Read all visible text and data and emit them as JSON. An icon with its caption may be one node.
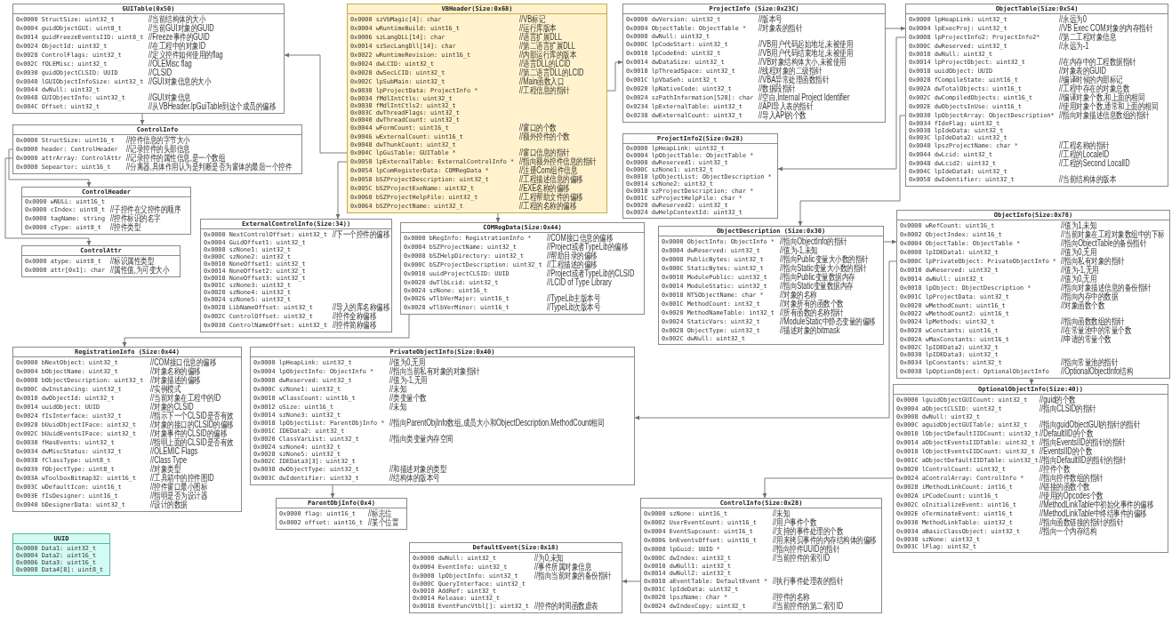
{
  "diagram": {
    "nodes": [
      {
        "text": [
          "ProjectInfo (Size:0x23C)",
          "0x0000 dwVersion: uint32_t",
          "//版本号",
          "0x0004 ObjectTable: ObjectTable *",
          "//对象表的指针",
          "0x0008 dwNull: uint32_t",
          "0x000C lpCodeStart: uint32_t",
          "//VB用户代码起始地址,未被使用",
          "0x0010 lpCodeEnd: uint32_t",
          "//VB用户代码结束地址,未被使用",
          "0x0014 dwDataSize: uint32_t",
          "//VB对象结构体大小,未被使用",
          "0x0018 lpThreadSpace: uint32_t",
          "//线程对象的二级指针",
          "0x001C lpVbaSeh: uint32_t",
          "//VBA异常处理函数指针",
          "0x0020 lpNativeCode: uint32_t",
          "//数据段指针",
          "0x0024 szPathInformation[528]: char",
          "//空白,Internal Project Identifier",
          "0x0234 lpExternalTable: uint32_t",
          "//API导入表的指针",
          "0x0238 dwExternalCount: uint32_t",
          "//导入API的个数"
        ]
      },
      {
        "text": [
          "ObjectTable(Size:0x54)",
          "0x0000 lpHeapLink: uint32_t",
          "//永远为0",
          "0x0004 lpExecProj: uint32_t",
          "//VB Exec COM对象的内存指针",
          "0x0008 lpProjectInfo2: ProjectInfo2*",
          "//第二工程对象信息",
          "0x000C dwReserved: uint32_t",
          "//永远为-1",
          "0x0010 dwNull: uint32_t",
          "0x0014 lpProjectObject: uint32_t",
          "//在内存中的工程数据指针",
          "0x0018 uuidObject: UUID",
          "//对象表的GUID",
          "0x0028 fCompileState: uint16_t",
          "//编译时候的内部标记",
          "0x002A dwTotalObjects: uint16_t",
          "//工程中存在的对象总数",
          "0x002C dwCompiledObjects: uint16_t",
          "//编译对象个数,和上面的相同",
          "0x002E dwObjectsInUse: uint16_t",
          "//使用对象个数,通常和上面的相同",
          "0x0030 lpObjectArray: ObjectDescription*",
          "//指向对象描述信息数组的指针",
          "0x0034 fIdeFlag: uint32_t",
          "0x0038 lpIdeData: uint32_t",
          "0x003C lpIdeData2: uint32_t",
          "0x0040 lpszProjectName: char *",
          "//工程名称的指针",
          "0x0044 dwLcid: uint32_t",
          "//工程的LocaleID",
          "0x0048 dwLcid2: uint32_t",
          "//工程的Second LocalID",
          "0x004C lpIdeData3: uint32_t",
          "0x0050 dwIdentifier: uint32_t",
          "//当前结构体的版本"
        ]
      },
      {
        "text": [
          "GUITable(0x50)",
          "0x0000 StructSize: uint32_t",
          "//当前结构体的大小",
          "0x0004 guidObjectGUI: uint8_t",
          "//当前GUI对象的GUID",
          "0x0014 guidFreezeEventsIID: uint8_t",
          "//Freeze事件的GUID",
          "0x0024 ObjectId: uint32_t",
          "//在工程中的对象ID",
          "0x0028 ControlFlags: uint32_t",
          "//定义控件如何使用的flag",
          "0x002C fOLEMisc: uint32_t",
          "//OLEMisc flag",
          "0x0030 guidObjectCLSID: UUID",
          "//CLSID",
          "0x0040 lGUIObjectInfoSize: uint32_t",
          "//GUI对象信息的大小",
          "0x0044 dwNull: uint32_t",
          "0x0048 GUIObjectInfo: uint32_t",
          "//GUI对象信息",
          "0x004C Offset: uint32_t",
          "//从VBHeader.lpGuiTable到这个成员的偏移"
        ]
      },
      {
        "text": [
          "VBHeader(Size:0x68)",
          "0x0000 szVbMagic[4]: char",
          "//VB标记",
          "0x0004 wRuntimeBuild: uint16_t",
          "//运行库版本",
          "0x0006 szLangDLL[14]: char",
          "//语言扩展DLL",
          "0x0014 szSecLangDll[14]: char",
          "//第二语言扩展DLL",
          "0x0022 wRuntimeRevision: uint16_t",
          "//内部运行库的版本",
          "0x0024 dwLCID: uint32_t",
          "//语言DLL的LCID",
          "0x0028 dwSecLCID: uint32_t",
          "//第二语言DLL的LCID",
          "0x002C lpSubMain: uint32_t",
          "//Main函数入口",
          "0x0030 lpProjectData: ProjectInfo *",
          "//工程信息的指针",
          "0x0034 fMdlIntCtls: uint32_t",
          "0x0038 fMdlIntCtls2: uint32_t",
          "0x003C dwThreadFlags: uint32_t",
          "0x0040 dwThreadCount: uint32_t",
          "0x0044 wFormCount: uint16_t",
          "//窗口的个数",
          "0x0046 wExternalCount: uint16_t",
          "//额外控件的个数",
          "0x0048 dwThunkCount: uint32_t",
          "0x004C lpGuiTable: GUITable *",
          "//窗口信息的指针",
          "0x0050 lpExternalTable: ExternalControlInfo *",
          "//指向额外控件信息的指针",
          "0x0054 lpComRegisterData: COMRegData *",
          "//注册Com组件信息",
          "0x0058 bSZProjectDescription: uint32_t",
          "//工程描述信息的偏移",
          "0x005C bSZProjectExeName: uint32_t",
          "//EXE名称的偏移",
          "0x0060 bSZProjectHelpFile: uint32_t",
          "//工程帮助文件的偏移",
          "0x0064 bSZProjectName: uint32_t",
          "//工程的名称的偏移"
        ]
      },
      {
        "text": [
          "ProjectInfo2(Size:0x28)",
          "0x0000 lpHeapLink: uint32_t",
          "0x0004 lpObjectTable: ObjectTable *",
          "0x0008 dwReserved1: uint32_t",
          "0x000C szNone1: uint32_t",
          "0x0010 lpObjectList: ObjectDescription *",
          "0x0014 szNone2: uint32_t",
          "0x0018 szProjectDescription: char *",
          "0x001C szProjectHelpFile: char *",
          "0x0020 dwReserved2: uint32_t",
          "0x0024 dwHelpContextId: uint32_t"
        ]
      },
      {
        "text": [
          "ObjectDescription (Size:0x30)",
          "0x0000 ObjectInfo: ObjectInfo *",
          "//指向ObjectInfo的指针",
          "0x0004 dwReserved: uint32_t",
          "//值为-1,未知",
          "0x0008 PublicBytes: uint32_t",
          "//指向Public变量大小数的指针",
          "0x000C StaticBytes: uint32_t",
          "//指向Static变量大小数的指针",
          "0x0010 ModulePublic: uint32_t",
          "//指向Public变量数据内存",
          "0x0014 ModuleStatic: uint32_t",
          "//指向Static变量数据内存",
          "0x0018 NTSObjectName: char *",
          "//对象的名称",
          "0x001C MethodCount: int32_t",
          "//对象所有的函数个数",
          "0x0020 MethodNameTable: int32_t",
          "//所有函数的名称指针",
          "0x0024 StaticVars: uint32_t",
          "//ModuleStatic中静态变量的偏移",
          "0x0028 ObjectType: uint32_t",
          "//描述对象的bitmask",
          "0x002C dwNull: uint32_t"
        ]
      },
      {
        "text": [
          "ControlInfo",
          "0x0000 StructSize: uint16_t",
          "//控件信息的字节大小",
          "0x0000 header: ControlHeader",
          "//记录控件的头部信息",
          "0x0000 attrArray: ControlAttr",
          "//记录控件的属性信息,是一个数组",
          "0x0000 Sepeartor: uint16_t",
          "//分离器,具体作用认为是判断是否为窗体的最后一个控件"
        ]
      },
      {
        "text": [
          "ExternalControlInfo(Size:34))",
          "0x0000 NextControlOffset: uint32_t",
          "//下一个控件的偏移",
          "0x0004 GuidOffset1: uint32_t",
          "0x0008 szNone1: uint32_t",
          "0x000C szNone2: uint32_t",
          "0x0010 NoneOffset1: uint32_t",
          "0x0014 NoneOffset2: uint32_t",
          "0x0018 NoneOffset3: uint32_t",
          "0x001C szNone3: uint32_t",
          "0x0020 szNone4: uint32_t",
          "0x0024 szNone5: uint32_t",
          "0x0028 LibNameOffset: uint32_t",
          "//导入的库名称偏移",
          "0x002C ControlOffset: uint32_t",
          "//控件全称偏移",
          "0x0030 ControlNameOffset: uint32_t",
          "//控件简称偏移"
        ]
      },
      {
        "text": [
          "ControlHeader",
          "0x0000 wNULL: uint16_t",
          "0x0000 cIndex: uint8_t",
          "//子控件在父控件的顺序",
          "0x0000 tagName: string",
          "//控件标识的名字",
          "0x0000 cType: uint8_t",
          "//控件类型"
        ]
      },
      {
        "text": [
          "ControlAttr",
          "0x0000 atype: uint8_t",
          "//标识属性类型",
          "0x0000 attr[0x1]: char",
          "//属性值,为可变大小"
        ]
      },
      {
        "text": [
          "COMRegData(Size:0x44)",
          "0x0000 bRegInfo: RegistrationInfo *",
          "//COM接口信息的偏移",
          "0x0004 bSZProjectName: uint32_t",
          "//Project或者TypeLib的偏移",
          "0x0008 bSZHelpDirectory: uint32_t",
          "//帮助目录的偏移",
          "0x000C bSZProjectDescription: uint32_t",
          "//工程描述的偏移",
          "0x0010 uuidProjectCLSID: UUID",
          "//Project或者TypeLib的CLSID",
          "0x0020 dwTlbLcid: uint32_t",
          "//LCID of Type Library",
          "0x0024 szNone: uint16_t",
          "0x0026 wTlbVerMajor: uint16_t",
          "//TypeLib主版本号",
          "0x0028 wTlbVerMinor: uint16_t",
          "//TypeLib次版本号"
        ]
      },
      {
        "text": [
          "ObjectInfo(Size:0x78)",
          "0x0000 wRefCount: uint16_t",
          "//值为1,未知",
          "0x0002 ObjectIndex: uint16_t",
          "//当前对象在工程对象数组中的下标",
          "0x0004 ObjectTable: ObjectTable *",
          "//指向ObjectTable的备份指针",
          "0x0008 lpIDEData1: uint32_t",
          "//值为0,无用",
          "0x000C lpPrivateObject: PrivateObjectInfo *",
          "//指向私有对象的指针",
          "0x0010 dwReserved: uint32_t",
          "//值为-1,无用",
          "0x0014 dwNull: uint32_t",
          "//值为0,无用",
          "0x0018 lpObject: ObjectDescription *",
          "//指向对象描述信息的备份指针",
          "0x001C lpProjectData: uint32_t",
          "//指向内存中的数据",
          "0x0020 wMethodCount: uint16_t",
          "//对象函数个数",
          "0x0022 wMethodCount2: uint16_t",
          "0x0024 lpMethods: uint32_t",
          "//指向函数数组的指针",
          "0x0028 wConstants: uint16_t",
          "//在常量池中的常量个数",
          "0x002A wMaxConstants: uint16_t",
          "//申请的常量个数",
          "0x002C lpIDEData2: uint32_t",
          "0x0030 lpIDEData3: uint32_t",
          "0x0034 lpConstants: uint32_t",
          "//指向常量池的指针",
          "0x0038 lpOptionObject: OptionalObjectInfo",
          "//OptionalObjectInfo结构"
        ]
      },
      {
        "text": [
          "RegistrationInfo (Size:0x44)",
          "0x0000 bNextObject: uint32_t",
          "//COM接口信息的偏移",
          "0x0004 bObjectName: uint32_t",
          "//对象名称的偏移",
          "0x0008 bObjectDescription: uint32_t",
          "//对象描述的偏移",
          "0x000C dwInstancing: uint32_t",
          "//实例模式",
          "0x0010 dwObjectId: uint32_t",
          "//当前对象在工程中的ID",
          "0x0014 uuidObject: UUID",
          "//对象的CLSID",
          "0x0024 fIsInterface: uint32_t",
          "//指示下一个CLSID是否有效",
          "0x0028 bUuidObjectIFace: uint32_t",
          "//对象的接口的CLSID的偏移",
          "0x002C bUuidEventsIFace: uint32_t",
          "//对象事件的CLSID的偏移",
          "0x0030 fHasEvents: uint32_t",
          "//指明上面的CLSID是否有效",
          "0x0034 dwMiscStatus: uint32_t",
          "//OLEMIC Flags",
          "0x0038 fClassType: uint8_t",
          "//Class Type",
          "0x0039 fObjectType: uint8_t",
          "//对象类型",
          "0x003A wToolboxBitmap32: uint16_t",
          "//工具箱中的控件图ID",
          "0x003C wDefaultIcon: uint16_t",
          "//控件窗口最小图标",
          "0x003E fIsDesigner: uint16_t",
          "//指明是否为设计器",
          "0x0040 bDesignerData: uint32_t",
          "//设计的数据"
        ]
      },
      {
        "text": [
          "PrivateObjectInfo(Size:0x40)",
          "0x0000 lpHeapLink: uint32_t",
          "//值为0,无用",
          "0x0004 lpObjectInfo: ObjectInfo *",
          "//指向当前私有对象的对象指针",
          "0x0008 dwReserved: uint32_t",
          "//值为-1,无用",
          "0x000C szNone1: uint32_t",
          "//未知",
          "0x0010 wClassCount: uint16_t",
          "//类变量个数",
          "0x0012 oSize: uint16_t",
          "//未知",
          "0x0014 szNone3: uint32_t",
          "0x0018 lpObjectList: ParentObjInfo *",
          "//指向ParentObjInfo数组,成员大小和ObjectDescription.MethodCount相同",
          "0x001C IDEData2: uint32_t",
          "0x0020 ClassVarList: uint32_t",
          "//指向类变量内存空间",
          "0x0024 szNone4: uint32_t",
          "0x0028 szNone5: uint32_t",
          "0x002C IDEData3[3]: uint32_t",
          "0x0038 dwObjectType: uint32_t",
          "//和描述对象的类型",
          "0x003C dwIdentifier: uint32_t",
          "//结构体的版本号"
        ]
      },
      {
        "text": [
          "OptionalObjectInfo(Size:40))",
          "0x0000 lguidObjectGUICount: uint32_t",
          "//guid的个数",
          "0x0004 aObjectCLSID: uint32_t",
          "//指向CLSID的指针",
          "0x0008 dwNull: uint32_t",
          "0x000C aguidObjectGUITable: uint32_t",
          "//指向guidObjectGUI的指针的指针",
          "0x0010 lObjectDefaultIIDCount: uint32_t",
          "//DefaultIID的个数",
          "0x0014 aObjectEventsIIDTable: uint32_t",
          "//指向EventsIID的指针的指针",
          "0x0018 lObjectEventsIIDCount: uint32_t",
          "//EventsIID的个数",
          "0x001C aObjectDefaultIIDTable: uint32_t",
          "//指向DefaultIID的指针的指针",
          "0x0020 lControlCount: uint32_t",
          "//控件个数",
          "0x0024 aControlArray: ControlInfo *",
          "//指向控件数组的指针",
          "0x0028 iMethodLinkCount: int16_t",
          "//链接的函数个数",
          "0x002A iPCodeCount: uint16_t",
          "//使用的Opcodes个数",
          "0x002C oInitializeEvent: uint16_t",
          "//MethodLinkTable中初始化事件的偏移",
          "0x002E oTerminateEvent: uint16_t",
          "//MethodLinkTable中终结事件的偏移",
          "0x0030 MethodLinkTable: uint32_t",
          "//指向函数链接的指针的指针",
          "0x0034 aBasicClassObject: uint32_t",
          "//指向一个内存结构",
          "0x0038 szNone: uint32_t",
          "0x003C lFlag: uint32_t"
        ]
      },
      {
        "text": [
          "UUID",
          "0x0000 Data1: uint32_t",
          "0x0004 Data2: uint16_t",
          "0x0006 Data3: uint16_t",
          "0x0008 Data4[8]: uint8_t"
        ]
      },
      {
        "text": [
          "ParentObjInfo(0x4)",
          "0x0000 flag: uint16_t",
          "//标志位",
          "0x0002 offset: uint16_t",
          "//某个位置"
        ]
      },
      {
        "text": [
          "ControlInfo(Size:0x28)",
          "0x0000 szNone: uint16_t",
          "//未知",
          "0x0002 UserEventCount: uint16_t",
          "//用户事件个数",
          "0x0004 EventSupcount: uint16_t",
          "//支持的事件处理的个数",
          "0x0006 bnEventsOffset: uint16_t",
          "//用来拷贝事件的内存结构体的偏移",
          "0x0008 lpGuid: UUID *",
          "//指向控件UUID的指针",
          "0x000C dwIndex: uint32_t",
          "//当前控件的索引ID",
          "0x0010 dwNull1: uint32_t",
          "0x0014 dwNull2: uint32_t",
          "0x0018 aEventTable: DefaultEvent *",
          "//执行事件处理表的指针",
          "0x001C lpIdeData: uint32_t",
          "0x0020 lpszName: char *",
          "//控件的名称",
          "0x0024 dwIndexCopy: uint32_t",
          "//当前控件的第二索引ID"
        ]
      },
      {
        "text": [
          "DefaultEvent(Size:0x18)",
          "0x0000 dwNull: uint32_t",
          "//为0,未知",
          "0x0004 EventInfo: uint32_t",
          "//事件所属对象信息",
          "0x0008 lpObjectInfo: uint32_t",
          "//指向当前对象的备份指针",
          "0x000C QueryInterface: uint32_t",
          "0x0010 AddRef: uint32_t",
          "0x0014 Release: uint32_t",
          "0x0018 EventFuncVtbl[]: uint32_t",
          "//控件的时间函数虚表"
        ]
      }
    ],
    "edges": [
      {
        "from": 3,
        "to": 0,
        "arrow": "to"
      },
      {
        "from": 0,
        "to": 1,
        "arrow": "to"
      },
      {
        "from": 3,
        "to": 2,
        "arrow": "to"
      },
      {
        "from": 3,
        "to": 7,
        "arrow": "to"
      },
      {
        "from": 3,
        "to": 10,
        "arrow": "to"
      },
      {
        "from": 2,
        "to": 6,
        "arrow": "to"
      },
      {
        "from": 6,
        "to": 8,
        "arrow": "to"
      },
      {
        "from": 6,
        "to": 9,
        "arrow": "to"
      },
      {
        "from": 1,
        "to": 4,
        "arrow": "to"
      },
      {
        "from": 1,
        "to": 5,
        "arrow": "to"
      },
      {
        "from": 5,
        "to": 11,
        "arrow": "to"
      },
      {
        "from": 11,
        "to": 13,
        "arrow": "to"
      },
      {
        "from": 11,
        "to": 14,
        "arrow": "to"
      },
      {
        "from": 10,
        "to": 12,
        "arrow": "to"
      },
      {
        "from": 13,
        "to": 16,
        "arrow": "to"
      },
      {
        "from": 14,
        "to": 17,
        "arrow": "to"
      },
      {
        "from": 17,
        "to": 18,
        "arrow": "to"
      }
    ]
  }
}
